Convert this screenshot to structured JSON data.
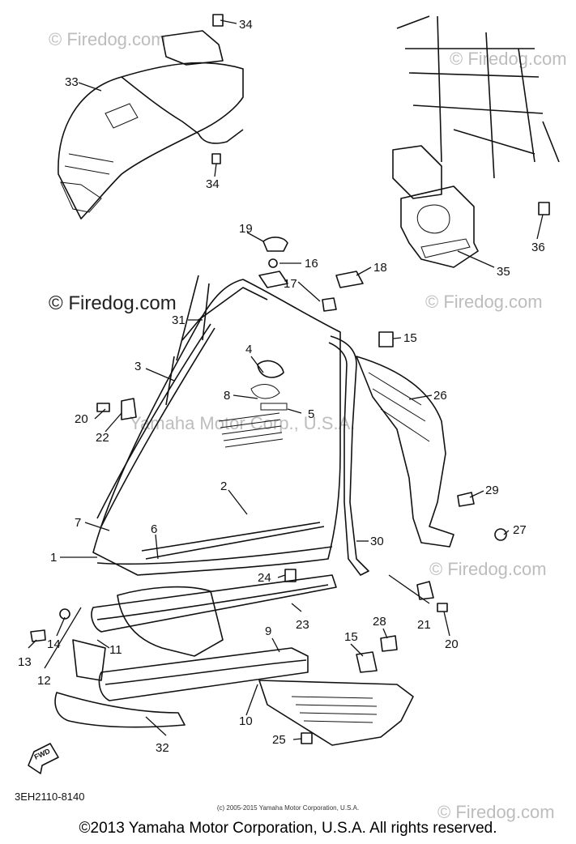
{
  "watermarks": {
    "primary": "© Firedog.com",
    "secondary": "Firedog.com",
    "center": "Yamaha Motor Corp., U.S.A."
  },
  "callouts": {
    "c1": "1",
    "c2": "2",
    "c3": "3",
    "c4": "4",
    "c5": "5",
    "c6": "6",
    "c7": "7",
    "c8": "8",
    "c9": "9",
    "c10": "10",
    "c11": "11",
    "c12": "12",
    "c13": "13",
    "c14": "14",
    "c15a": "15",
    "c15b": "15",
    "c16": "16",
    "c17": "17",
    "c18": "18",
    "c19": "19",
    "c20a": "20",
    "c20b": "20",
    "c21": "21",
    "c22": "22",
    "c23": "23",
    "c24": "24",
    "c25": "25",
    "c26": "26",
    "c27": "27",
    "c28": "28",
    "c29": "29",
    "c30": "30",
    "c31": "31",
    "c32": "32",
    "c33": "33",
    "c34a": "34",
    "c34b": "34",
    "c35": "35",
    "c36": "36"
  },
  "fwd_label": "FWD",
  "diagram_code": "3EH2110-8140",
  "small_copyright": "(c) 2005-2015 Yamaha Motor Corporation, U.S.A.",
  "copyright": "©2013 Yamaha Motor Corporation, U.S.A. All rights reserved."
}
